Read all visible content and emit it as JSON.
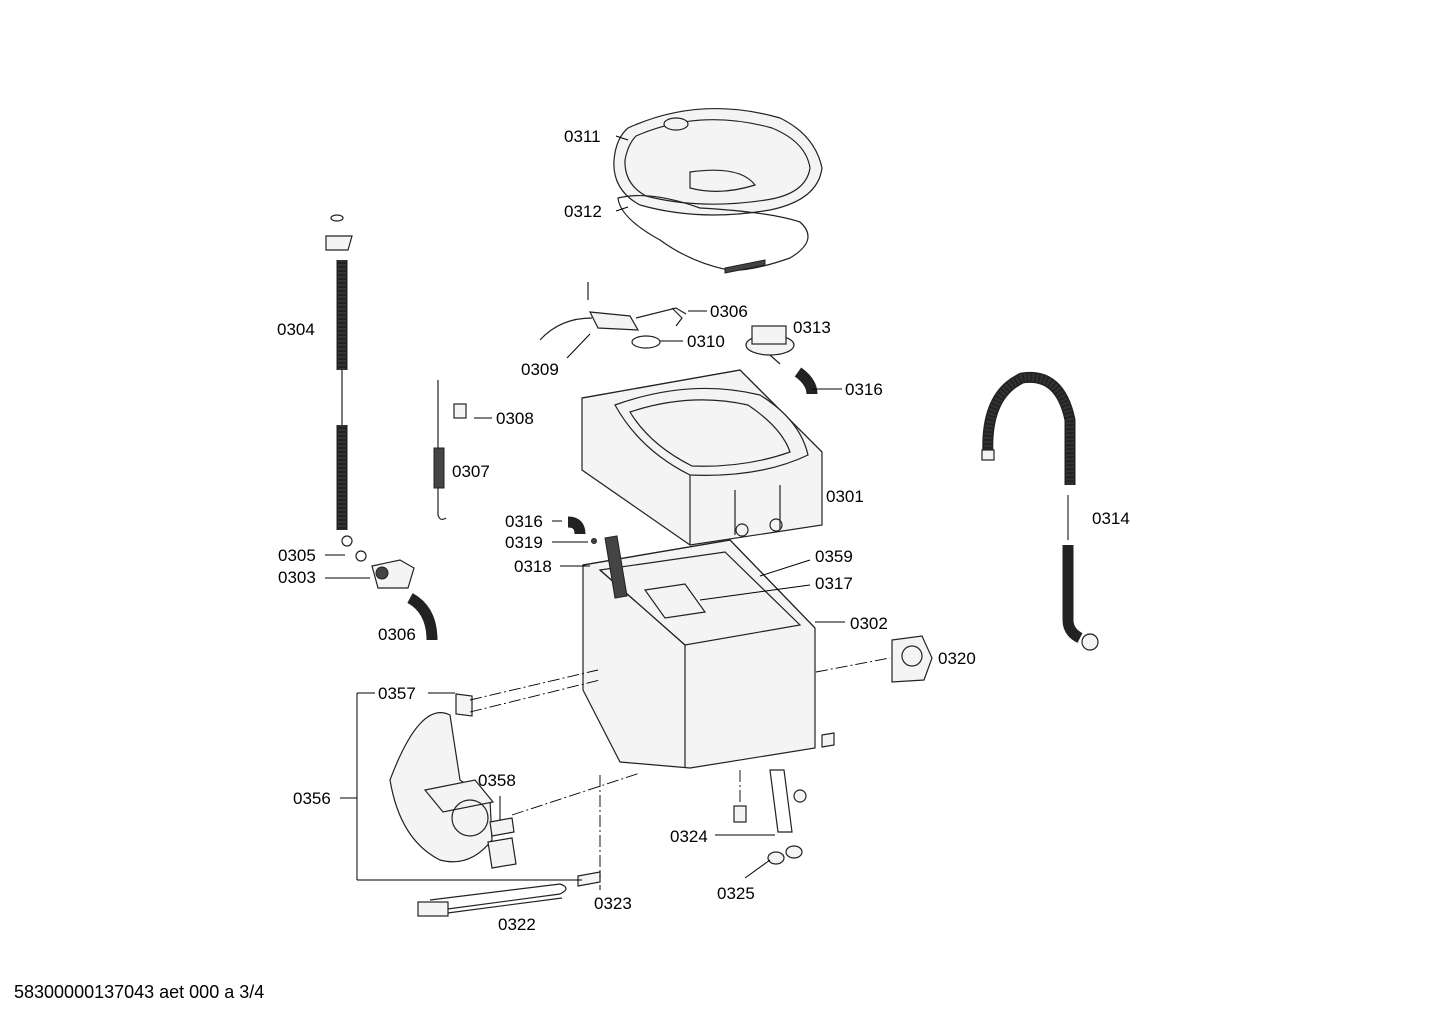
{
  "labels": {
    "l0311": "0311",
    "l0312": "0312",
    "l0306a": "0306",
    "l0313": "0313",
    "l0310": "0310",
    "l0309": "0309",
    "l0316a": "0316",
    "l0304": "0304",
    "l0308": "0308",
    "l0307": "0307",
    "l0301": "0301",
    "l0314": "0314",
    "l0316b": "0316",
    "l0319": "0319",
    "l0305": "0305",
    "l0303": "0303",
    "l0359": "0359",
    "l0318": "0318",
    "l0317": "0317",
    "l0306b": "0306",
    "l0302": "0302",
    "l0320": "0320",
    "l0357": "0357",
    "l0358": "0358",
    "l0356": "0356",
    "l0324": "0324",
    "l0325": "0325",
    "l0323": "0323",
    "l0322": "0322"
  },
  "footer": "58300000137043 aet 000 a 3/4"
}
